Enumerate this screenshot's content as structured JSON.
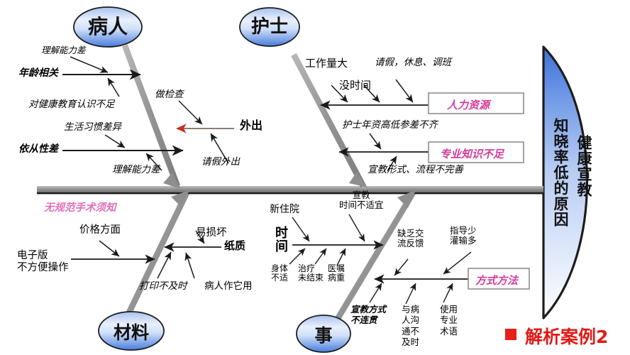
{
  "diagram": {
    "type": "fishbone-ishikawa",
    "case_label": "解析案例2",
    "head": {
      "line1": "知晓率低的原因",
      "line2": "健康宣教"
    },
    "categories": [
      {
        "id": "patient",
        "label": "病人",
        "position": "top-left"
      },
      {
        "id": "nurse",
        "label": "护士",
        "position": "top-right"
      },
      {
        "id": "material",
        "label": "材料",
        "position": "bottom-left"
      },
      {
        "id": "matters",
        "label": "事",
        "position": "bottom-right"
      }
    ],
    "patient_branch": {
      "bone1_label": "年龄相关",
      "bone1_above": "理解能力差",
      "bone1_below": "对健康教育认识不足",
      "bone2_label": "依从性差",
      "bone2_above": "生活习惯差异",
      "bone2_below": "理解能力差",
      "bone3_label": "外出",
      "bone3_above": "做检查",
      "bone3_below": "请假外出"
    },
    "nurse_branch": {
      "bone1_box": "人力资源",
      "bone1_a": "工作量大",
      "bone1_b": "没时间",
      "bone1_c": "请假，休息、调班",
      "bone2_box": "专业知识不足",
      "bone2_above": "护士年资高低参差不齐",
      "bone2_below": "宣教形式、流程不完善"
    },
    "material_branch": {
      "pink_note": "无规范手术须知",
      "bone1_label": "电子版\n不方便操作",
      "bone1_label_l1": "电子版",
      "bone1_label_l2": "不方便操作",
      "bone1_above": "价格方面",
      "bone2_label": "纸质",
      "bone2_above": "易损坏",
      "bone2_below_a": "打印不及时",
      "bone2_below_b": "病人作它用"
    },
    "matters_branch": {
      "bone1_label_l1": "时",
      "bone1_label_l2": "间",
      "bone1_above_a": "新住院",
      "bone1_above_b_l1": "宣教",
      "bone1_above_b_l2": "时间不适宜",
      "bone1_below_a_l1": "身体",
      "bone1_below_a_l2": "不适",
      "bone1_below_b_l1": "治疗",
      "bone1_below_b_l2": "未结束",
      "bone1_below_c_l1": "医嘱",
      "bone1_below_c_l2": "病重",
      "bone2_box": "方式方法",
      "bone2_above_a_l1": "缺乏交",
      "bone2_above_a_l2": "流反馈",
      "bone2_above_b_l1": "指导少",
      "bone2_above_b_l2": "灌输多",
      "bone2_below_a_l1": "宣教方式",
      "bone2_below_a_l2": "不连贯",
      "bone2_below_b": "与病人沟通不及时",
      "bone2_below_c": "使用专业术语"
    },
    "colors": {
      "spine": "#8c8c8c",
      "bone": "#8a8a8a",
      "box_border": "#8d8d8d",
      "box_text": "#d43c9a",
      "pink_note": "#e06fbb",
      "case_red": "#e01b17",
      "ellipse_blue": "#3c6fd8",
      "head_blue": "#4f7fe0",
      "red_arrow": "#c92e20"
    }
  }
}
